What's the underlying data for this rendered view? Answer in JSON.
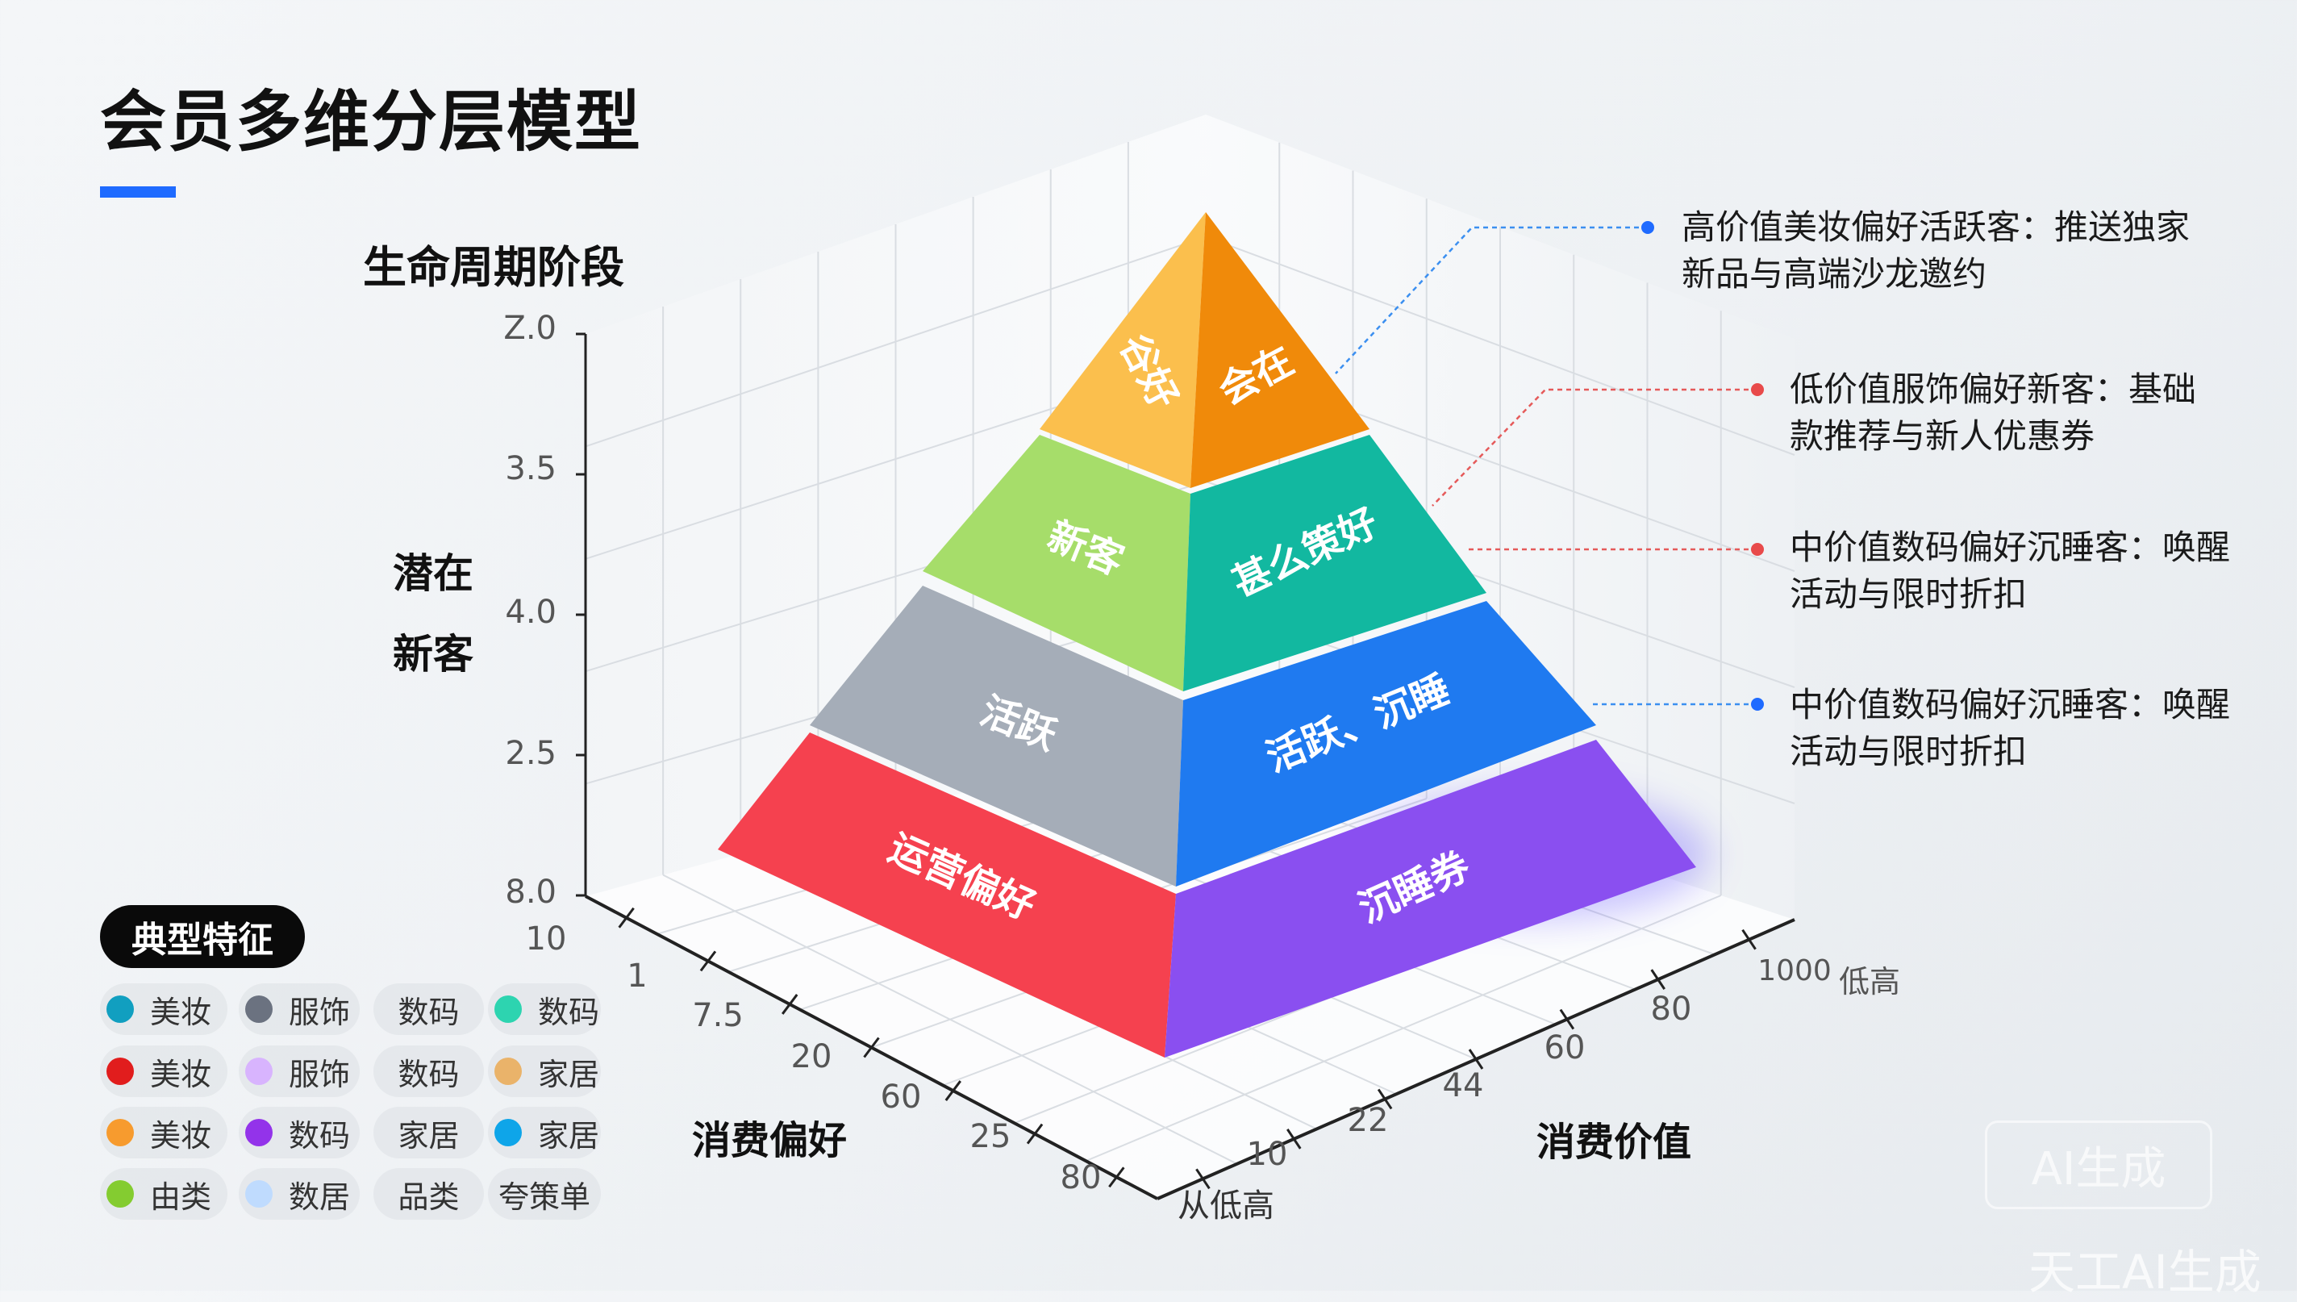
{
  "title": "会员多维分层模型",
  "accent_color": "#1f6bff",
  "axes": {
    "z_title": "生命周期阶段",
    "z_ticks": [
      "Z.0",
      "3.5",
      "4.0",
      "2.5",
      "8.0"
    ],
    "z_side_labels": [
      "潜在",
      "新客"
    ],
    "left_title": "消费偏好",
    "left_ticks": [
      "10",
      "1",
      "7.5",
      "20",
      "60",
      "25",
      "80"
    ],
    "right_title": "消费价值",
    "right_ticks": [
      "10",
      "22",
      "44",
      "60",
      "80",
      "1000"
    ],
    "right_end_label": "低高",
    "origin_label": "从低高"
  },
  "pyramid": {
    "layers": [
      {
        "left_label": "谷好",
        "right_label": "会在",
        "left_color": "#fbbf4d",
        "right_color": "#f08a0a"
      },
      {
        "left_label": "新客",
        "right_label": "甚么策好",
        "left_color": "#a6dd6a",
        "right_color": "#12b8a0"
      },
      {
        "left_label": "活跃",
        "right_label": "活跃、沉睡",
        "left_color": "#a5adb8",
        "right_color": "#1f7af0"
      },
      {
        "left_label": "运营偏好",
        "right_label": "沉睡券",
        "left_color": "#f5414f",
        "right_color": "#8a4ff0"
      }
    ]
  },
  "annotations": [
    {
      "line1": "高价值美妆偏好活跃客：推送独家",
      "line2": "新品与高端沙龙邀约",
      "color": "#1f6bff"
    },
    {
      "line1": "低价值服饰偏好新客：基础",
      "line2": "款推荐与新人优惠券",
      "color": "#e84a4a"
    },
    {
      "line1": "中价值数码偏好沉睡客：唤醒",
      "line2": "活动与限时折扣",
      "color": "#e84a4a"
    },
    {
      "line1": "中价值数码偏好沉睡客：唤醒",
      "line2": "活动与限时折扣",
      "color": "#1f6bff"
    }
  ],
  "legend": {
    "title": "典型特征",
    "rows": [
      [
        {
          "label": "美妆",
          "color": "#119fc0"
        },
        {
          "label": "服饰",
          "color": "#6b7280"
        },
        {
          "label": "数码",
          "color": null
        },
        {
          "label": "数码",
          "color": "#2dd4b0"
        }
      ],
      [
        {
          "label": "美妆",
          "color": "#e11d1d"
        },
        {
          "label": "服饰",
          "color": "#d8b4fe"
        },
        {
          "label": "数码",
          "color": null
        },
        {
          "label": "家居",
          "color": "#eab36a"
        }
      ],
      [
        {
          "label": "美妆",
          "color": "#f79b2e"
        },
        {
          "label": "数码",
          "color": "#9333ea"
        },
        {
          "label": "家居",
          "color": null
        },
        {
          "label": "家居",
          "color": "#0ea5e9"
        }
      ],
      [
        {
          "label": "由类",
          "color": "#84cc30"
        },
        {
          "label": "数居",
          "color": "#bfdbfe"
        },
        {
          "label": "品类",
          "color": null
        },
        {
          "label": "夸策单",
          "color": null
        }
      ]
    ]
  },
  "watermark": {
    "box": "AI生成",
    "text": "天工AI生成"
  }
}
